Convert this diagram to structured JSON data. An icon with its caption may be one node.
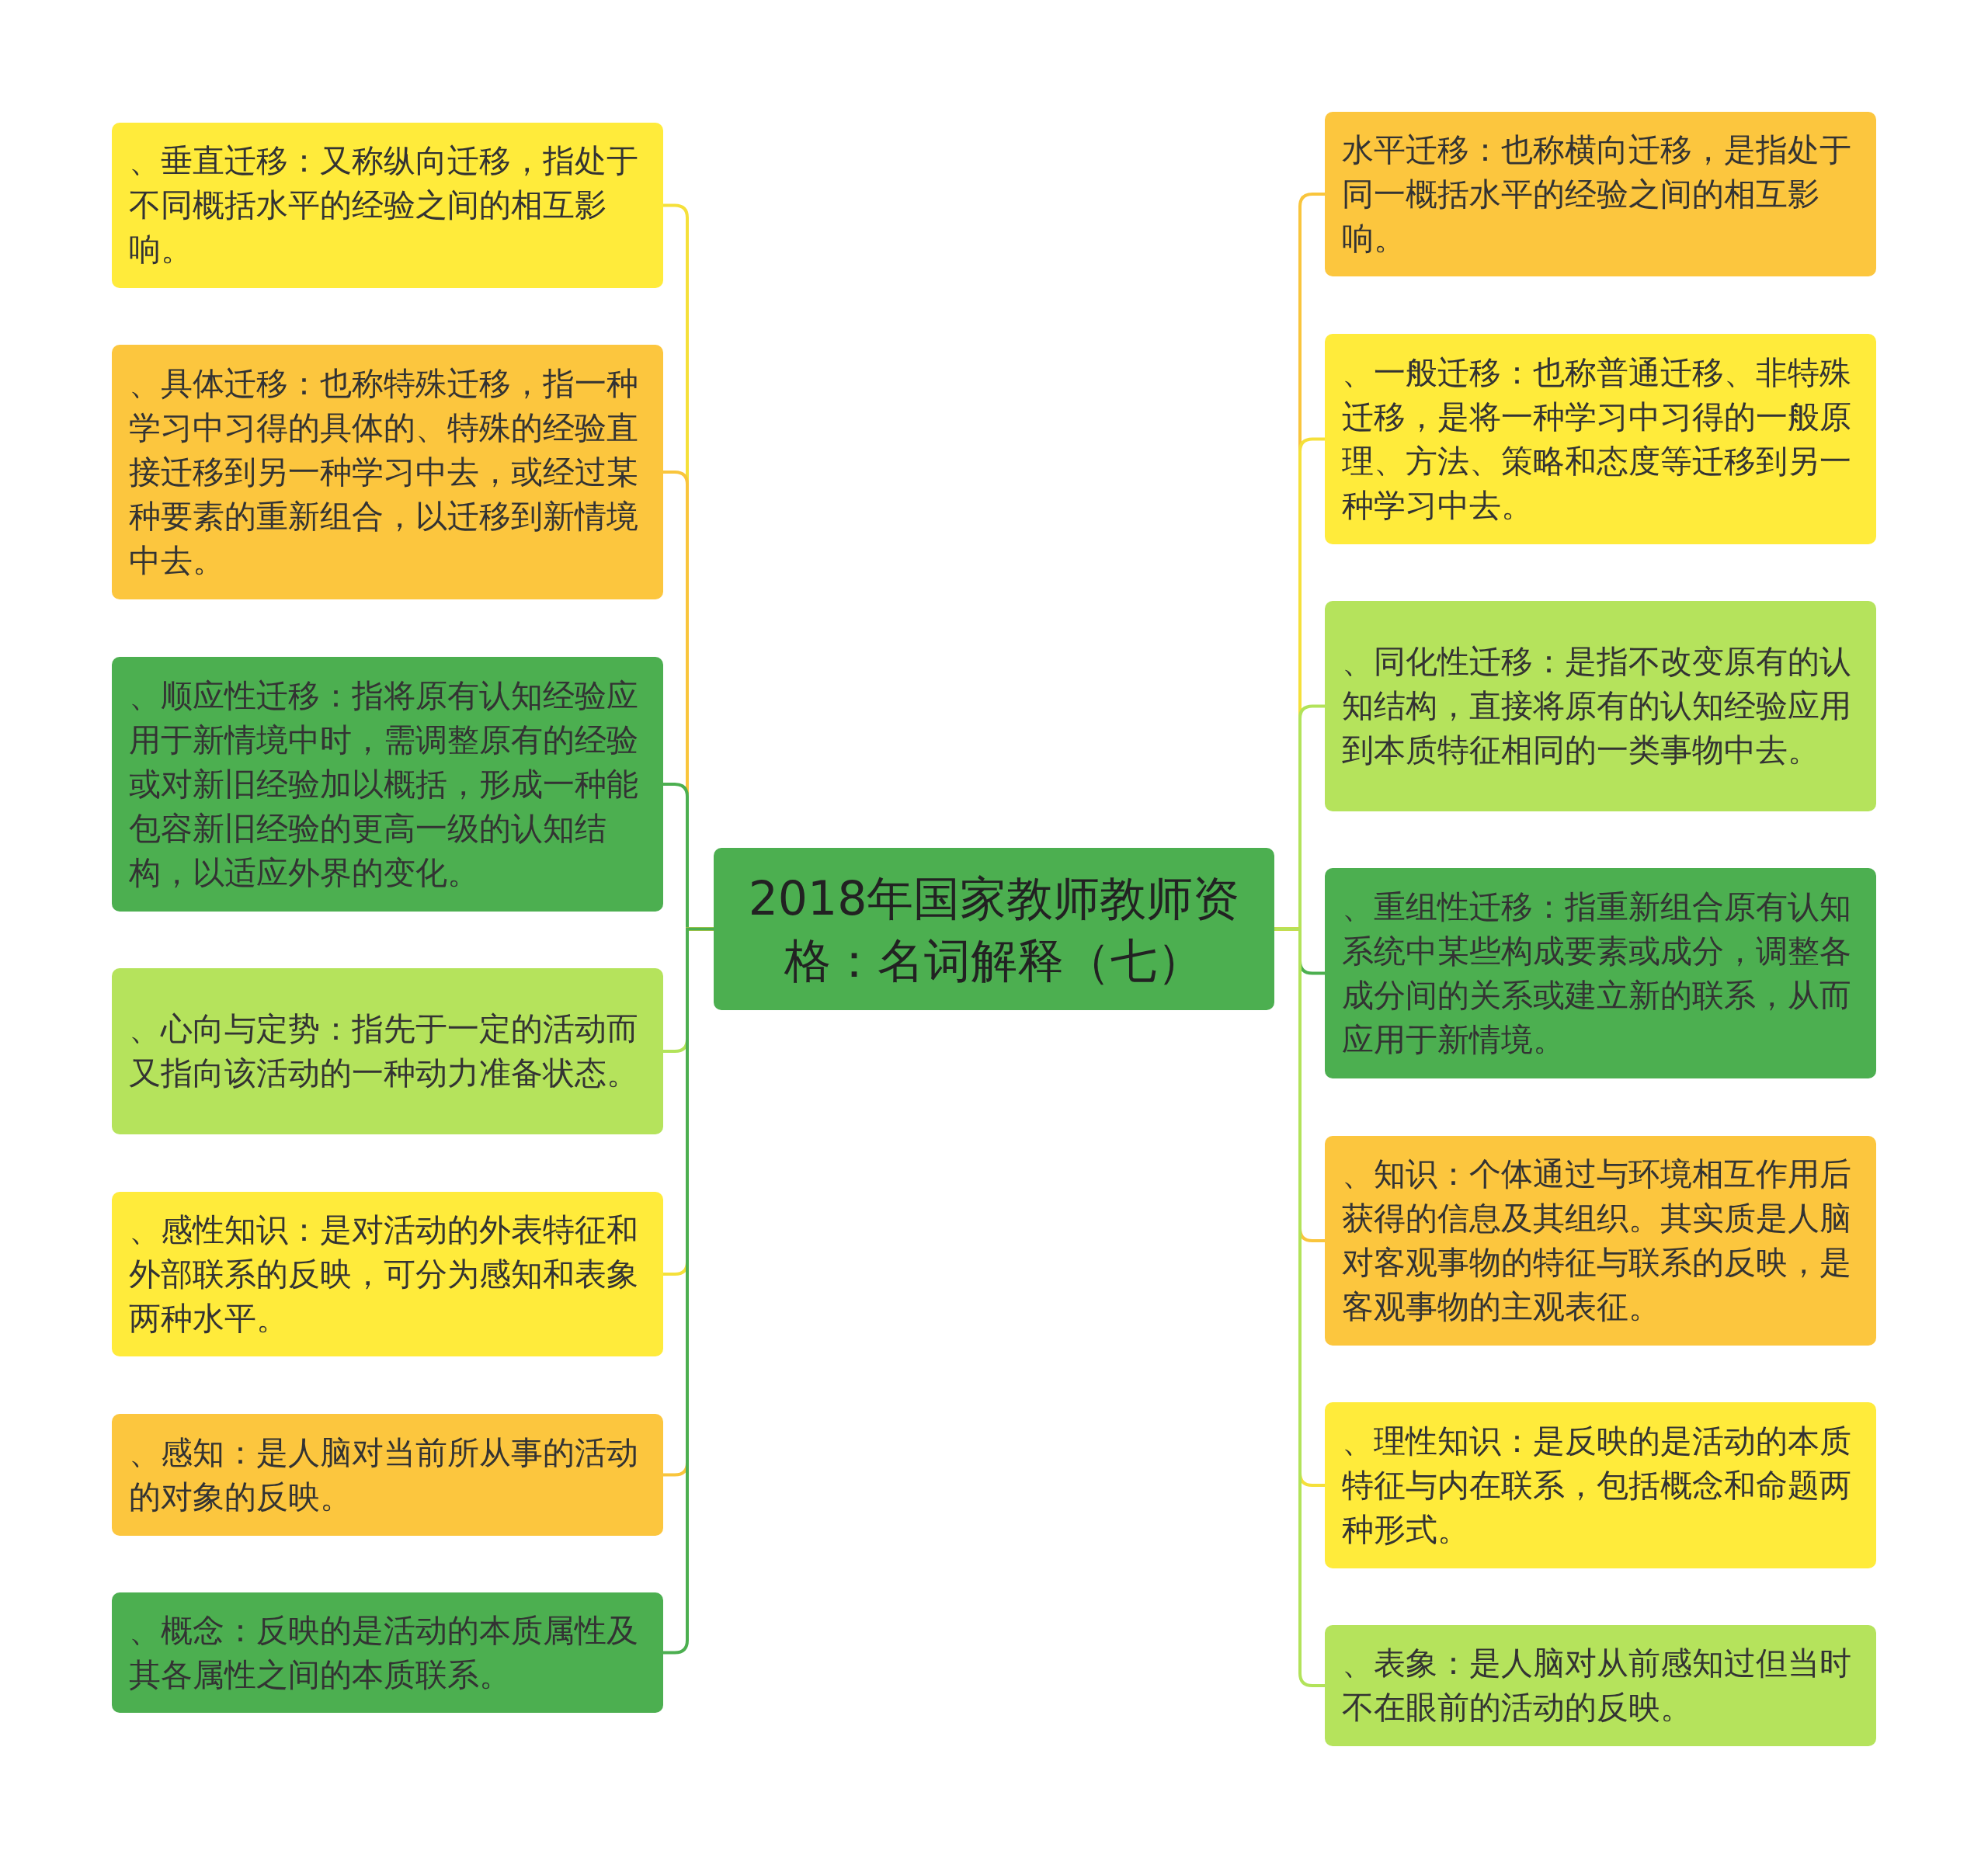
{
  "diagram": {
    "nodes": [
      {
        "text": [
          "2018年国家教师教师资格：名词解释（七）"
        ]
      },
      {
        "text": [
          "、垂直迁移：又称纵向迁移，指处于不同概括水平的经验之间的相互影响。"
        ]
      },
      {
        "text": [
          "、具体迁移：也称特殊迁移，指一种学习中习得的具体的、特殊的经验直接迁移到另一种学习中去，或经过某种要素的重新组合，以迁移到新情境中去。"
        ]
      },
      {
        "text": [
          "、顺应性迁移：指将原有认知经验应用于新情境中时，需调整原有的经验或对新旧经验加以概括，形成一种能包容新旧经验的更高一级的认知结构，以适应外界的变化。"
        ]
      },
      {
        "text": [
          "、心向与定势：指先于一定的活动而又指向该活动的一种动力准备状态。"
        ]
      },
      {
        "text": [
          "、感性知识：是对活动的外表特征和外部联系的反映，可分为感知和表象两种水平。"
        ]
      },
      {
        "text": [
          "、感知：是人脑对当前所从事的活动的对象的反映。"
        ]
      },
      {
        "text": [
          "、概念：反映的是活动的本质属性及其各属性之间的本质联系。"
        ]
      },
      {
        "text": [
          "水平迁移：也称横向迁移，是指处于同一概括水平的经验之间的相互影响。"
        ]
      },
      {
        "text": [
          "、一般迁移：也称普通迁移、非特殊迁移，是将一种学习中习得的一般原理、方法、策略和态度等迁移到另一种学习中去。"
        ]
      },
      {
        "text": [
          "、同化性迁移：是指不改变原有的认知结构，直接将原有的认知经验应用到本质特征相同的一类事物中去。"
        ]
      },
      {
        "text": [
          "、重组性迁移：指重新组合原有认知系统中某些构成要素或成分，调整各成分间的关系或建立新的联系，从而应用于新情境。"
        ]
      },
      {
        "text": [
          "、知识：个体通过与环境相互作用后获得的信息及其组织。其实质是人脑对客观事物的特征与联系的反映，是客观事物的主观表征。"
        ]
      },
      {
        "text": [
          "、理性知识：是反映的是活动的本质特征与内在联系，包括概念和命题两种形式。"
        ]
      },
      {
        "text": [
          "、表象：是人脑对从前感知过但当时不在眼前的活动的反映。"
        ]
      }
    ],
    "edges": [
      {
        "from": 0,
        "to": 1,
        "arrow": "none",
        "color": "#f5e03a"
      },
      {
        "from": 0,
        "to": 2,
        "arrow": "none",
        "color": "#f9c53c"
      },
      {
        "from": 0,
        "to": 3,
        "arrow": "none",
        "color": "#4caf50"
      },
      {
        "from": 0,
        "to": 4,
        "arrow": "none",
        "color": "#b2e35a"
      },
      {
        "from": 0,
        "to": 5,
        "arrow": "none",
        "color": "#f5e03a"
      },
      {
        "from": 0,
        "to": 6,
        "arrow": "none",
        "color": "#f9c53c"
      },
      {
        "from": 0,
        "to": 7,
        "arrow": "none",
        "color": "#4caf50"
      },
      {
        "from": 0,
        "to": 8,
        "arrow": "none",
        "color": "#f9c53c"
      },
      {
        "from": 0,
        "to": 9,
        "arrow": "none",
        "color": "#f5e03a"
      },
      {
        "from": 0,
        "to": 10,
        "arrow": "none",
        "color": "#b2e35a"
      },
      {
        "from": 0,
        "to": 11,
        "arrow": "none",
        "color": "#4caf50"
      },
      {
        "from": 0,
        "to": 12,
        "arrow": "none",
        "color": "#f9c53c"
      },
      {
        "from": 0,
        "to": 13,
        "arrow": "none",
        "color": "#f5e03a"
      },
      {
        "from": 0,
        "to": 14,
        "arrow": "none",
        "color": "#b2e35a"
      }
    ]
  }
}
